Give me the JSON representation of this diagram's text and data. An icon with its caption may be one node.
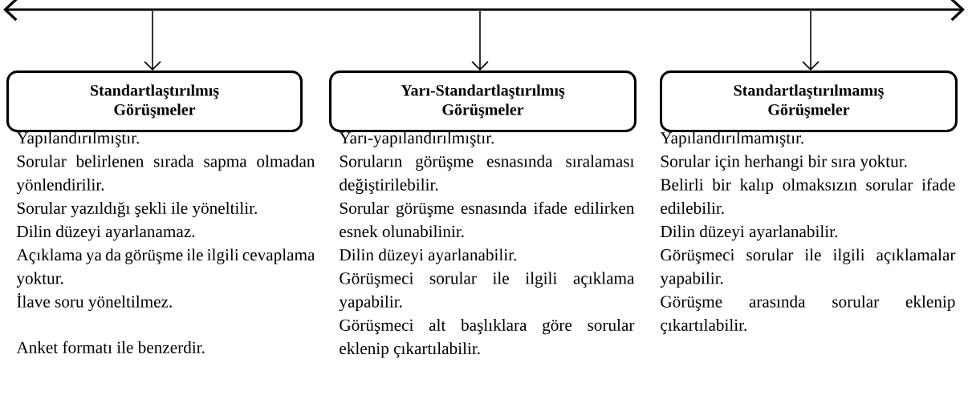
{
  "diagram": {
    "nodes": [
      {
        "text": [
          "Standartlaştırılmış Görüşmeler"
        ],
        "beside": [
          "Yapılandırılmıştır.",
          "Sorular belirlenen sırada sapma olmadan yönlendirilir.",
          "Sorular yazıldığı şekli ile yöneltilir.",
          "Dilin düzeyi ayarlanamaz.",
          "Açıklama ya da görüşme ile ilgili cevaplama yoktur.",
          "İlave soru yöneltilmez.",
          "Anket formatı ile benzerdir."
        ]
      },
      {
        "text": [
          "Yarı-Standartlaştırılmış Görüşmeler"
        ],
        "beside": [
          "Yarı-yapılandırılmıştır.",
          "Soruların görüşme esnasında sıralaması değiştirilebilir.",
          "Sorular görüşme esnasında ifade edilirken esnek olunabilinir.",
          "Dilin düzeyi ayarlanabilir.",
          "Görüşmeci sorular ile ilgili açıklama yapabilir.",
          "Görüşmeci alt başlıklara göre sorular eklenip çıkartılabilir."
        ]
      },
      {
        "text": [
          "Standartlaştırılmamış Görüşmeler"
        ],
        "beside": [
          "Yapılandırılmamıştır.",
          "Sorular için herhangi bir sıra yoktur.",
          "Belirli bir kalıp olmaksızın sorular ifade edilebilir.",
          "Dilin düzeyi ayarlanabilir.",
          "Görüşmeci sorular ile ilgili açıklamalar yapabilir.",
          "Görüşme arasında sorular eklenip çıkartılabilir."
        ]
      }
    ],
    "edges": [
      {
        "from": null,
        "to": 0,
        "arrow": "to"
      },
      {
        "from": null,
        "to": 1,
        "arrow": "to"
      },
      {
        "from": null,
        "to": 2,
        "arrow": "to"
      }
    ]
  }
}
